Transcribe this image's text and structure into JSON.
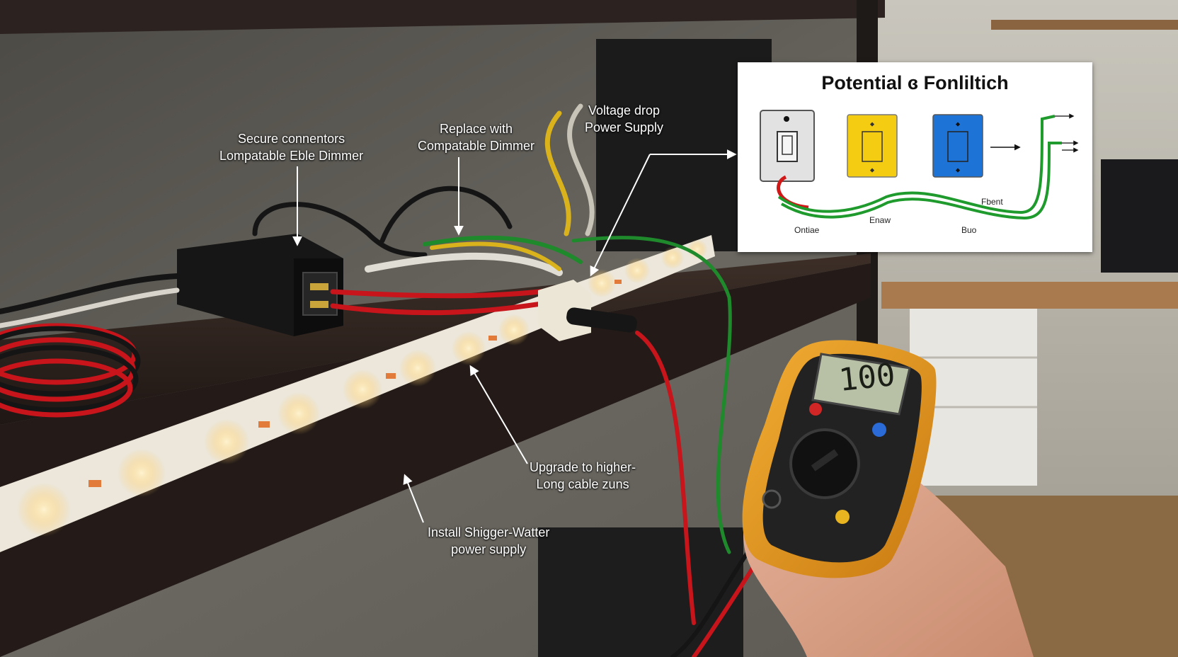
{
  "colors": {
    "wall": "#5d5b56",
    "shelf": "#2b211d",
    "led_strip": "#efeadd",
    "led_glow": "#ffe7a8",
    "wire_red": "#c8141b",
    "wire_green": "#1f8a2c",
    "wire_yellow": "#d9b21c",
    "multimeter_body": "#e89a1e",
    "panel_switch_yellow": "#f4cd12",
    "panel_switch_blue": "#1e73d6"
  },
  "callouts": {
    "secure": [
      "Secure connentors",
      "Lompatable Eble Dimmer"
    ],
    "replace": [
      "Replace with",
      "Compatable Dimmer"
    ],
    "voltage": [
      "Voltage drop",
      "Power Supply"
    ],
    "upgrade": [
      "Upgrade to higher-",
      "Long cable zuns"
    ],
    "install": [
      "Install Shigger-Watter",
      "power supply"
    ]
  },
  "panel": {
    "title": "Potential ɞ Fonliltich",
    "labels": {
      "left_bottom": "Ontiae",
      "middle": "Enaw",
      "right_top": "Fbent",
      "right_bottom": "Buo"
    }
  },
  "multimeter": {
    "reading": "100"
  }
}
